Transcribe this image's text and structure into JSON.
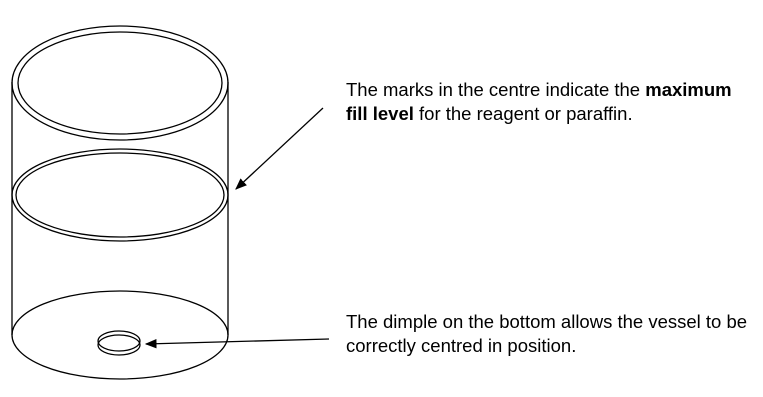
{
  "callouts": {
    "fill_level": {
      "before": "The marks in the centre indicate the",
      "emphasis": "maximum fill level",
      "after": " for the reagent or paraffin."
    },
    "dimple": {
      "text": "The dimple on the bottom allows the vessel to be correctly centred in position."
    }
  },
  "colors": {
    "line": "#000000",
    "background": "#ffffff"
  }
}
